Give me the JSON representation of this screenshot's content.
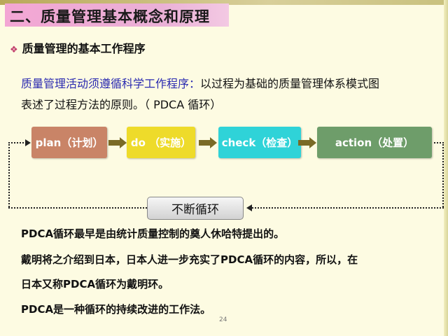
{
  "title": "二、质量管理基本概念和原理",
  "bullet": "质量管理的基本工作程序",
  "intro": {
    "blue_part": "质量管理活动须遵循科学工作程序：",
    "line1_rest": "以过程为基础的质量管理体系模式图",
    "line2": "表述了过程方法的原则。（ PDCA 循环）"
  },
  "diagram": {
    "steps": [
      {
        "label": "plan（计划）",
        "color": "#c98467"
      },
      {
        "label": "do （实施）",
        "color": "#eedb2a"
      },
      {
        "label": "check（检查）",
        "color": "#2fd3d8"
      },
      {
        "label": "action（处置）",
        "color": "#6e9d6a"
      }
    ],
    "loop_label": "不断循环"
  },
  "body_lines": [
    "PDCA循环最早是由统计质量控制的奠人休哈特提出的。",
    "戴明将之介绍到日本，日本人进一步充实了PDCA循环的内容，所以，在",
    "日本又称PDCA循环为戴明环。",
    "PDCA是一种循环的持续改进的工作法。"
  ],
  "page_number": "24"
}
